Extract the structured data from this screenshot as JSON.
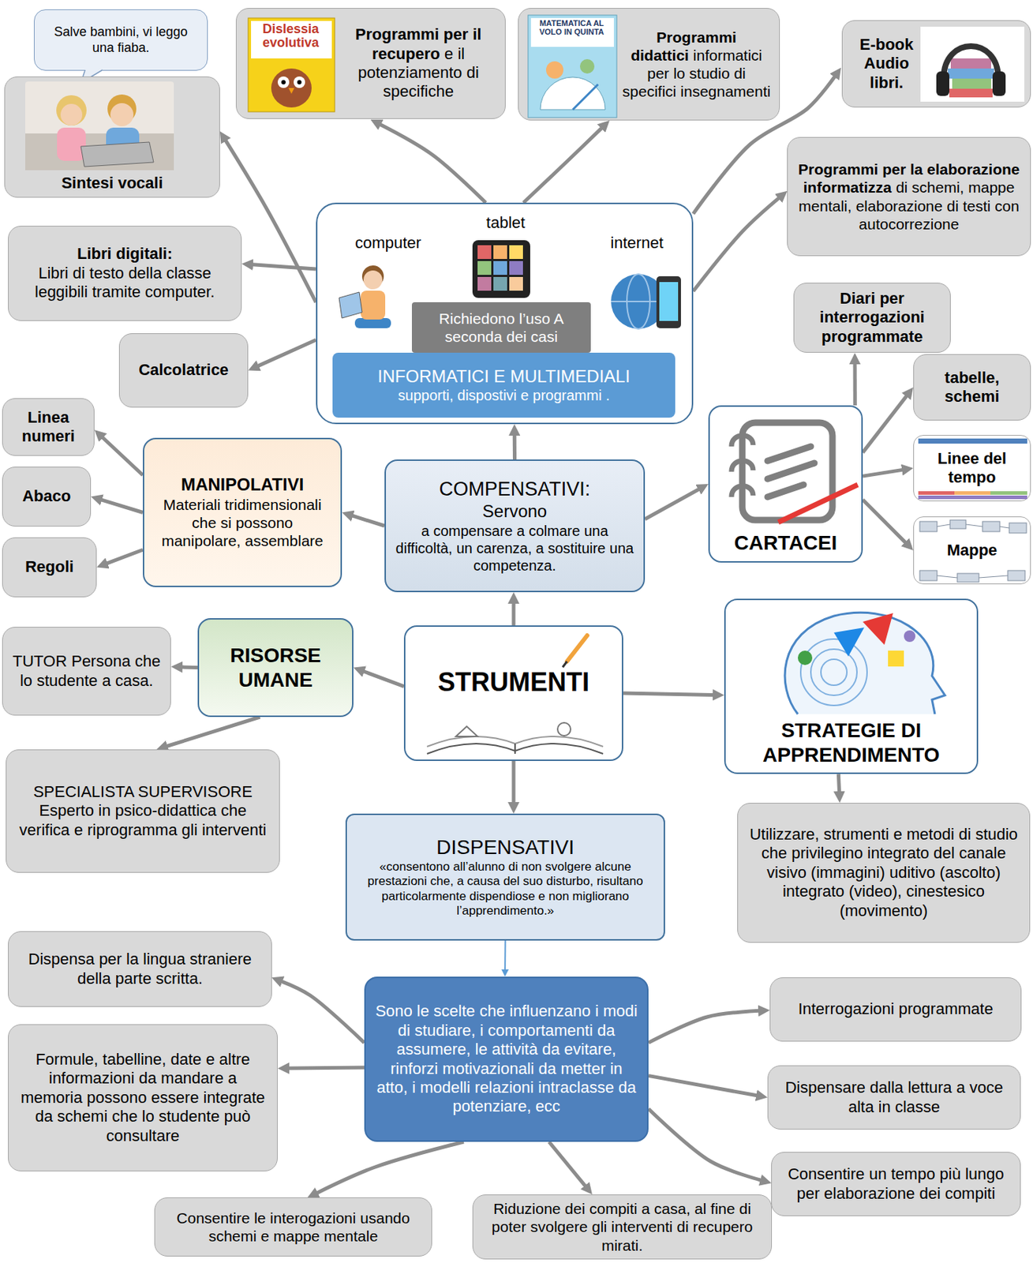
{
  "diagram": {
    "nodes": [
      {
        "text": [
          "Salve bambini, vi leggo una fiaba."
        ]
      },
      {
        "text": [
          "Sintesi vocali"
        ]
      },
      {
        "text": [
          "Programmi per il recupero",
          "e il potenziamento di specifiche"
        ]
      },
      {
        "text": [
          "Programmi didattici",
          "informatici per lo studio di specifici insegnamenti"
        ]
      },
      {
        "text": [
          "E-book Audio libri."
        ]
      },
      {
        "text": [
          "computer",
          "tablet",
          "internet"
        ]
      },
      {
        "text": [
          "Richiedono l’uso A seconda dei casi"
        ],
        "in": 5
      },
      {
        "text": [
          "INFORMATICI E MULTIMEDIALI",
          "supporti, dispostivi e programmi ."
        ],
        "in": 5
      },
      {
        "text": [
          "Programmi per la elaborazione informatizza",
          "di schemi, mappe mentali, elaborazione di testi con autocorrezione"
        ]
      },
      {
        "text": [
          "Libri digitali:",
          "Libri di testo della classe leggibili tramite computer."
        ]
      },
      {
        "text": [
          "Calcolatrice"
        ]
      },
      {
        "text": [
          "Diari per interrogazioni programmate"
        ]
      },
      {
        "text": [
          "tabelle, schemi"
        ]
      },
      {
        "text": [
          "Linea numeri"
        ]
      },
      {
        "text": [
          "MANIPOLATIVI",
          "Materiali tridimensionali che si possono manipolare, assemblare"
        ]
      },
      {
        "text": [
          "COMPENSATIVI:",
          "Servono",
          "a compensare a colmare una difficoltà, un carenza, a sostituire una competenza."
        ]
      },
      {
        "text": [
          "CARTACEI"
        ]
      },
      {
        "text": [
          "Linee del tempo"
        ]
      },
      {
        "text": [
          "Abaco"
        ]
      },
      {
        "text": [
          "Mappe"
        ]
      },
      {
        "text": [
          "Regoli"
        ]
      },
      {
        "text": [
          "STRATEGIE DI APPRENDIMENTO"
        ]
      },
      {
        "text": [
          "TUTOR Persona che lo studente a casa."
        ]
      },
      {
        "text": [
          "RISORSE UMANE"
        ]
      },
      {
        "text": [
          "STRUMENTI"
        ]
      },
      {
        "text": [
          "SPECIALISTA SUPERVISORE Esperto in psico-didattica che verifica e riprogramma gli interventi"
        ]
      },
      {
        "text": [
          "DISPENSATIVI",
          "«consentono all’alunno di non svolgere alcune prestazioni che, a causa del suo disturbo, risultano particolarmente dispendiose e non migliorano l’apprendimento.»"
        ]
      },
      {
        "text": [
          "Utilizzare, strumenti e metodi di studio che privilegino integrato del canale visivo (immagini) uditivo (ascolto) integrato (video), cinestesico (movimento)"
        ]
      },
      {
        "text": [
          "Sono le scelte che influenzano i modi di studiare, i comportamenti da assumere, le attività da evitare, rinforzi motivazionali da metter in atto, i modelli relazioni intraclasse da potenziare, ecc"
        ]
      },
      {
        "text": [
          "Dispensa per la lingua straniere della parte scritta."
        ]
      },
      {
        "text": [
          "Interrogazioni programmate"
        ]
      },
      {
        "text": [
          "Formule, tabelline, date e altre informazioni da mandare a memoria possono essere integrate da schemi che lo studente può consultare"
        ]
      },
      {
        "text": [
          "Dispensare dalla lettura a voce alta in classe"
        ]
      },
      {
        "text": [
          "Consentire un tempo più lungo per elaborazione dei compiti"
        ]
      },
      {
        "text": [
          "Consentire le interogazioni usando schemi e mappe mentale"
        ]
      },
      {
        "text": [
          "Riduzione dei compiti a casa, al fine di poter svolgere gli interventi di recupero mirati."
        ]
      }
    ],
    "edges": [
      {
        "from": 5,
        "to": 1,
        "arrow": "to"
      },
      {
        "from": 5,
        "to": 2,
        "arrow": "to"
      },
      {
        "from": 5,
        "to": 3,
        "arrow": "to"
      },
      {
        "from": 5,
        "to": 4,
        "arrow": "to"
      },
      {
        "from": 5,
        "to": 8,
        "arrow": "to"
      },
      {
        "from": 5,
        "to": 9,
        "arrow": "to"
      },
      {
        "from": 5,
        "to": 10,
        "arrow": "to"
      },
      {
        "from": 15,
        "to": 5,
        "arrow": "to"
      },
      {
        "from": 15,
        "to": 14,
        "arrow": "to"
      },
      {
        "from": 15,
        "to": 16,
        "arrow": "to"
      },
      {
        "from": 14,
        "to": 13,
        "arrow": "to"
      },
      {
        "from": 14,
        "to": 18,
        "arrow": "to"
      },
      {
        "from": 14,
        "to": 20,
        "arrow": "to"
      },
      {
        "from": 16,
        "to": 11,
        "arrow": "to"
      },
      {
        "from": 16,
        "to": 12,
        "arrow": "to"
      },
      {
        "from": 16,
        "to": 17,
        "arrow": "to"
      },
      {
        "from": 16,
        "to": 19,
        "arrow": "to"
      },
      {
        "from": 24,
        "to": 15,
        "arrow": "to"
      },
      {
        "from": 24,
        "to": 23,
        "arrow": "to"
      },
      {
        "from": 24,
        "to": 21,
        "arrow": "to"
      },
      {
        "from": 24,
        "to": 26,
        "arrow": "to"
      },
      {
        "from": 23,
        "to": 22,
        "arrow": "to"
      },
      {
        "from": 23,
        "to": 25,
        "arrow": "to"
      },
      {
        "from": 21,
        "to": 27,
        "arrow": "to"
      },
      {
        "from": 26,
        "to": 28,
        "arrow": "to"
      },
      {
        "from": 28,
        "to": 29,
        "arrow": "to"
      },
      {
        "from": 28,
        "to": 31,
        "arrow": "to"
      },
      {
        "from": 28,
        "to": 30,
        "arrow": "to"
      },
      {
        "from": 28,
        "to": 32,
        "arrow": "to"
      },
      {
        "from": 28,
        "to": 33,
        "arrow": "to"
      },
      {
        "from": 28,
        "to": 34,
        "arrow": "to"
      },
      {
        "from": 28,
        "to": 35,
        "arrow": "to"
      }
    ],
    "labels": [
      "Dislessia evolutiva",
      "MATEMATICA AL VOLO IN QUINTA"
    ]
  }
}
